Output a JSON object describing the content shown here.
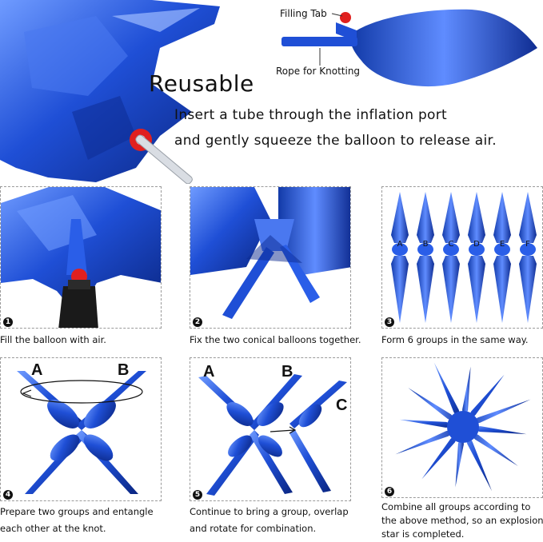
{
  "hero": {
    "title": "Reusable",
    "instruction_line1": "Insert a tube through the inflation port",
    "instruction_line2": "and gently squeeze the balloon to release air.",
    "label_filling_tab": "Filling Tab",
    "label_rope": "Rope for Knotting"
  },
  "steps": [
    {
      "number": "1",
      "caption": "Fill the balloon with air."
    },
    {
      "number": "2",
      "caption": "Fix the two conical balloons together."
    },
    {
      "number": "3",
      "caption": "Form 6 groups in the same way.",
      "group_letters": [
        "A",
        "B",
        "C",
        "D",
        "E",
        "F"
      ]
    },
    {
      "number": "4",
      "caption_line1": "Prepare two groups and entangle",
      "caption_line2": "each other at the knot.",
      "letter_a": "A",
      "letter_b": "B"
    },
    {
      "number": "5",
      "caption_line1": "Continue to bring a group, overlap",
      "caption_line2": "and rotate for combination.",
      "letter_a": "A",
      "letter_b": "B",
      "letter_c": "C"
    },
    {
      "number": "6",
      "caption_line1": "Combine all groups according to",
      "caption_line2": "the above method, so an explosion",
      "caption_line3": "star is completed."
    }
  ],
  "colors": {
    "balloon": "#1f4fd6",
    "balloon_dark": "#0b2a8f",
    "balloon_light": "#7fa6ff",
    "port_red": "#e0201f"
  }
}
